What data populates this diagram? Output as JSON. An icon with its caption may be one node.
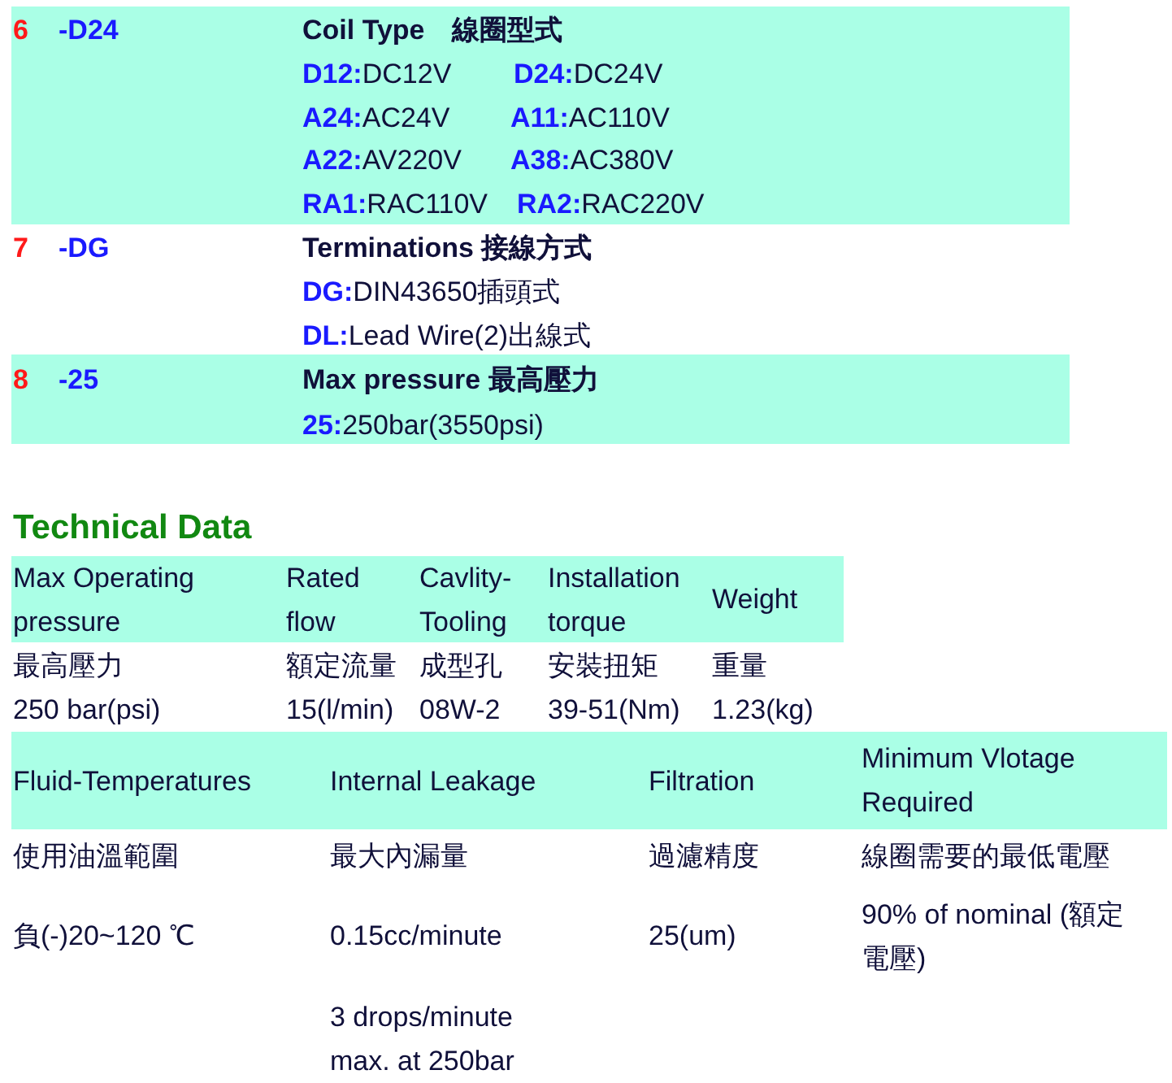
{
  "diagram": {
    "labels": [
      "6",
      "-D24",
      "Coil Type　線圈型式",
      "**D12:**DC12V",
      "**D24:**DC24V",
      "**A24:**AC24V",
      "**A11:**AC110V",
      "**A22:**AV220V",
      "**A38:**AC380V",
      "**RA1:**RAC110V",
      "**RA2:**RAC220V",
      "7",
      "-DG",
      "Terminations 接線方式",
      "**DG:**DIN43650插頭式",
      "**DL:**Lead Wire(2)出線式",
      "8",
      "-25",
      "Max pressure 最高壓力",
      "**25:**250bar(3550psi)",
      "Technical Data",
      "Max Operating pressure",
      "Rated flow",
      "Cavlity- Tooling",
      "Installation torque",
      "Weight",
      "最高壓力",
      "額定流量",
      "成型孔",
      "安裝扭矩",
      "重量",
      "250 bar(psi)",
      "15(l/min)",
      "08W-2",
      "39-51(Nm)",
      "1.23(kg)",
      "Fluid-Temperatures",
      "Internal Leakage",
      "Filtration",
      "Minimum Vlotage Required",
      "使用油溫範圍",
      "最大內漏量",
      "過濾精度",
      "線圈需要的最低電壓",
      "負(-)20~120 ℃",
      "0.15cc/minute",
      "25(um)",
      "90% of nominal (額定電壓)",
      "3 drops/minute max. at 250bar"
    ]
  }
}
